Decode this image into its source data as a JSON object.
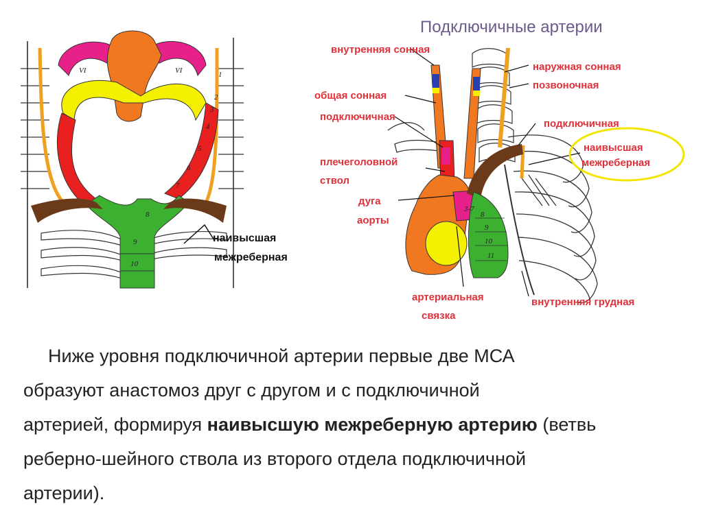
{
  "slide": {
    "title": "Подключичные артерии"
  },
  "left_diagram": {
    "labels": {
      "highest_intercostal_1": "наивысшая",
      "highest_intercostal_2": "межреберная"
    },
    "numbers": [
      "VI",
      "VI",
      "1",
      "2",
      "3",
      "4",
      "5",
      "6",
      "7",
      "8",
      "9",
      "10"
    ]
  },
  "right_diagram": {
    "labels": {
      "internal_carotid": "внутренняя сонная",
      "external_carotid": "наружная сонная",
      "common_carotid": "общая сонная",
      "vertebral": "позвоночная",
      "subclavian_left": "подключичная",
      "subclavian_right": "подключичная",
      "brachiocephalic_1": "плечеголовной",
      "brachiocephalic_2": "ствол",
      "highest_intercostal_1": "наивысшая",
      "highest_intercostal_2": "межреберная",
      "aortic_arch_1": "дуга",
      "aortic_arch_2": "аорты",
      "ligament_1": "артериальная",
      "ligament_2": "связка",
      "internal_thoracic": "внутренняя грудная"
    },
    "numbers": [
      "3-7",
      "8",
      "9",
      "10",
      "11"
    ]
  },
  "paragraph": {
    "line1": "Ниже уровня подключичной артерии первые две МСА",
    "line2": "образуют анастомоз друг с другом и с подключичной",
    "line3_before": "артерией, формируя ",
    "line3_bold": "наивысшую межреберную артерию",
    "line3_after": " (ветвь",
    "line4": "реберно-шейного ствола из второго отдела подключичной",
    "line5": "артерии)."
  },
  "colors": {
    "title": "#6b5b8c",
    "label_red": "#e0303a",
    "magenta": "#e8208a",
    "orange": "#f07820",
    "yellow": "#f5f000",
    "red": "#e82020",
    "green": "#3cb030",
    "brown": "#6b3a1a",
    "ellipse": "#f2e600"
  }
}
